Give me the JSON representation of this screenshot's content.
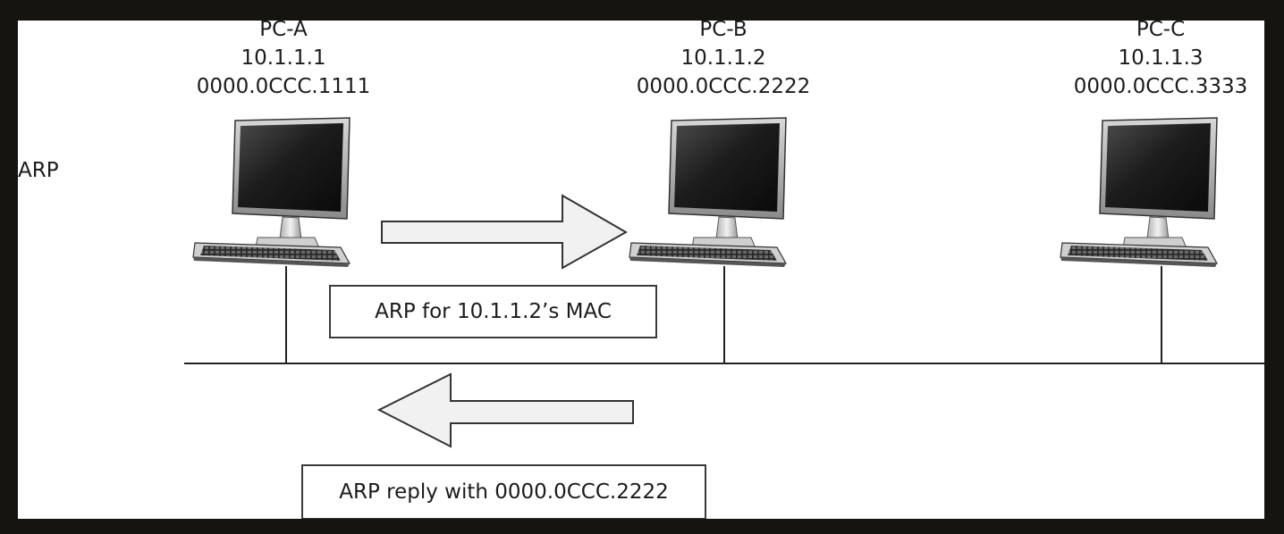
{
  "side_label": "ARP",
  "hosts": [
    {
      "name": "PC-A",
      "ip": "10.1.1.1",
      "mac": "0000.0CCC.1111"
    },
    {
      "name": "PC-B",
      "ip": "10.1.1.2",
      "mac": "0000.0CCC.2222"
    },
    {
      "name": "PC-C",
      "ip": "10.1.1.3",
      "mac": "0000.0CCC.3333"
    }
  ],
  "messages": {
    "request": "ARP for 10.1.1.2’s MAC",
    "reply": "ARP reply with 0000.0CCC.2222"
  }
}
